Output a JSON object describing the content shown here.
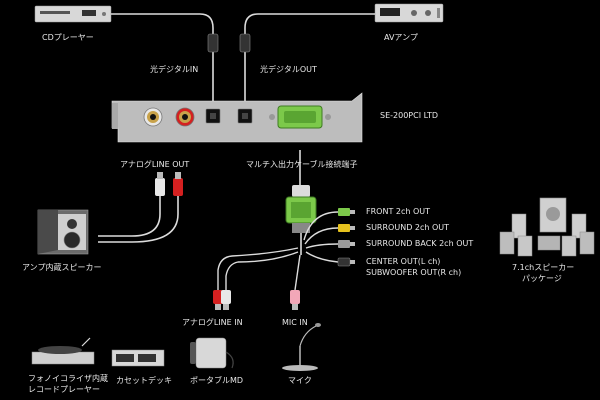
{
  "labels": {
    "cd_player": "CDプレーヤー",
    "av_amp": "AVアンプ",
    "optical_in": "光デジタルIN",
    "optical_out": "光デジタルOUT",
    "card_model": "SE-200PCI LTD",
    "analog_line_out": "アナログLINE OUT",
    "multi_cable": "マルチ入出力ケーブル接続端子",
    "front": "FRONT 2ch OUT",
    "surround": "SURROUND 2ch OUT",
    "surround_back": "SURROUND BACK 2ch OUT",
    "center": "CENTER OUT(L ch)",
    "subwoofer": "SUBWOOFER OUT(R ch)",
    "powered_speaker": "アンプ内蔵スピーカー",
    "speaker_package_1": "7.1chスピーカー",
    "speaker_package_2": "パッケージ",
    "analog_line_in": "アナログLINE IN",
    "mic_in": "MIC IN",
    "phono_1": "フォノイコライザ内蔵",
    "phono_2": "レコードプレーヤー",
    "cassette": "カセットデッキ",
    "portable_md": "ポータブルMD",
    "mic": "マイク"
  },
  "colors": {
    "background": "#000000",
    "card_plate": "#b9b9b9",
    "jack_white_ring": "#e8e8e8",
    "jack_red_ring": "#d42020",
    "multi_connector": "#7cc94a",
    "plug_green": "#7cc94a",
    "plug_yellow": "#e6c21e",
    "plug_gray": "#9a9a9a",
    "plug_black": "#333333",
    "plug_pink": "#f2a7b8",
    "plug_red": "#d42020",
    "cable": "#dcdcdc"
  }
}
